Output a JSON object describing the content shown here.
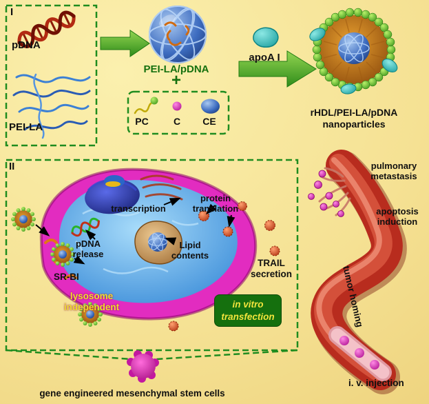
{
  "figure": {
    "panel1": {
      "label": "I",
      "pdna_label": "pDNA",
      "peila_label": "PEI-LA",
      "complex_label": "PEI-LA/pDNA",
      "plus_sign": "+",
      "pc_label": "PC",
      "c_label": "C",
      "ce_label": "CE",
      "apoa_label": "apoA I",
      "nanoparticle_label_line1": "rHDL/PEI-LA/pDNA",
      "nanoparticle_label_line2": "nanoparticles"
    },
    "panel2": {
      "label": "II",
      "transcription_label": "transcription",
      "protein_translation_line1": "protein",
      "protein_translation_line2": "translation",
      "pdna_release_line1": "pDNA",
      "pdna_release_line2": "release",
      "lipid_contents_line1": "Lipid",
      "lipid_contents_line2": "contents",
      "srbi_label": "SR-BI",
      "lysosome_line1": "lysosome",
      "lysosome_line2": "independent",
      "trail_line1": "TRAIL",
      "trail_line2": "secretion",
      "invitro_line1": "in vitro",
      "invitro_line2": "transfection",
      "pulmonary_line1": "pulmonary",
      "pulmonary_line2": "metastasis",
      "apoptosis_line1": "apoptosis",
      "apoptosis_line2": "induction",
      "tumor_homing_label": "tumor homing",
      "iv_injection_label": "i. v. injection",
      "stem_cells_label": "gene engineered mesenchymal stem cells"
    },
    "colors": {
      "dashed_border_green": "#1f8c1f",
      "arrow_green": "#3f9e28",
      "invitro_box_green": "#15700e",
      "yellow_text": "#f2e43c",
      "magenta": "#cc22aa",
      "vessel_red": "#b82c1e",
      "background_yellow": "#f4df92"
    }
  }
}
